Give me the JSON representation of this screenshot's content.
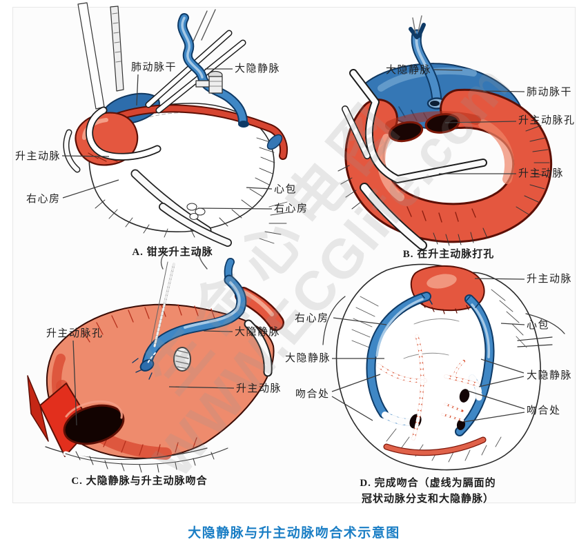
{
  "figure_title": {
    "text": "大隐静脉与升主动脉吻合术示意图",
    "color": "#1a7ec5"
  },
  "watermark": {
    "line1": "生命心电图",
    "line2": "WWW.ECGlife.com"
  },
  "colors": {
    "artery": "#e4573f",
    "artery_light": "#f4a68f",
    "artery_dark": "#5c0f05",
    "vein": "#3f87c5",
    "vein_light": "#a6c9e6",
    "vein_dark": "#0e3a66",
    "hole": "#170402",
    "outline": "#2a2a2a"
  },
  "panels": [
    {
      "id": "A",
      "caption": "A. 钳夹升主动脉",
      "labels": [
        {
          "text": "肺动脉干"
        },
        {
          "text": "大隐静脉"
        },
        {
          "text": "升主动脉"
        },
        {
          "text": "右心房"
        },
        {
          "text": "心包"
        },
        {
          "text": "右心房"
        }
      ]
    },
    {
      "id": "B",
      "caption": "B. 在升主动脉打孔",
      "labels": [
        {
          "text": "大隐静脉"
        },
        {
          "text": "肺动脉干"
        },
        {
          "text": "升主动脉孔"
        },
        {
          "text": "升主动脉"
        }
      ]
    },
    {
      "id": "C",
      "caption": "C. 大隐静脉与升主动脉吻合",
      "labels": [
        {
          "text": "升主动脉孔"
        },
        {
          "text": "大隐静脉"
        },
        {
          "text": "升主动脉"
        }
      ]
    },
    {
      "id": "D",
      "caption_line1": "D. 完成吻合（虚线为膈面的",
      "caption_line2": "冠状动脉分支和大隐静脉）",
      "labels": [
        {
          "text": "升主动脉"
        },
        {
          "text": "右心房"
        },
        {
          "text": "心包"
        },
        {
          "text": "大隐静脉"
        },
        {
          "text": "吻合处"
        },
        {
          "text": "大隐静脉"
        },
        {
          "text": "吻合处"
        }
      ]
    }
  ]
}
